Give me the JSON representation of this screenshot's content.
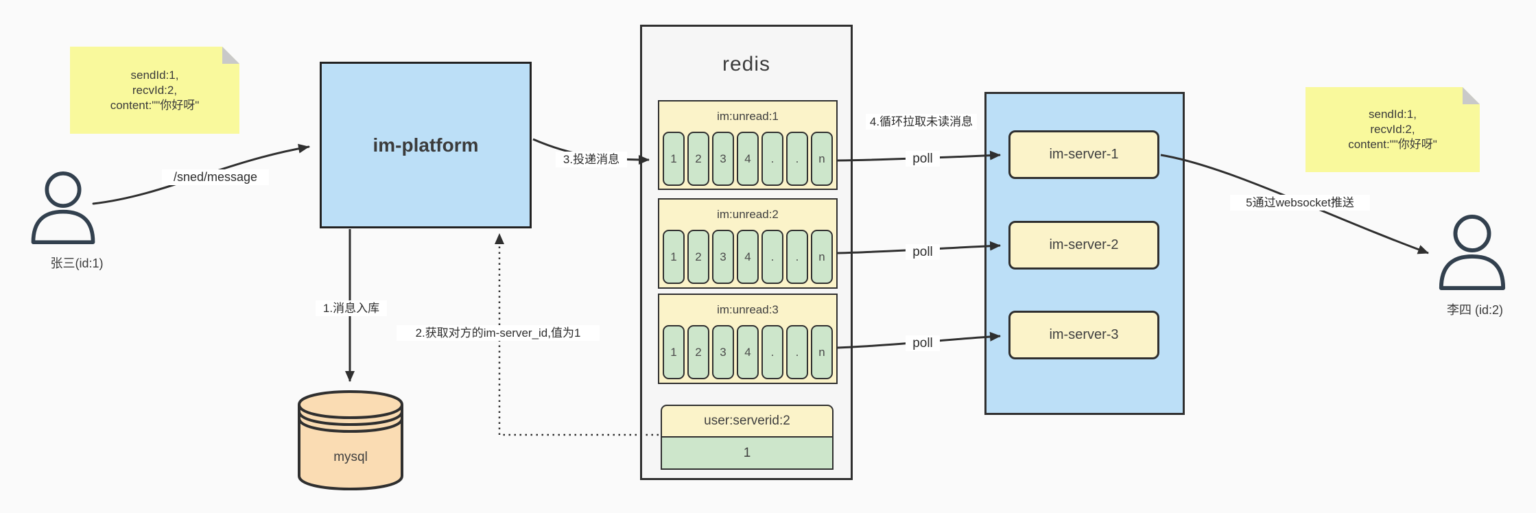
{
  "colors": {
    "background": "#FAFAFA",
    "note_yellow": "#F9F99C",
    "cream_yellow": "#FBF3C9",
    "cell_green": "#CDE6CB",
    "box_blue": "#BCDFF7",
    "db_peach": "#FADCB3",
    "line": "#2F2F2F"
  },
  "notes": {
    "left": {
      "line1": "sendId:1,",
      "line2": "recvId:2,",
      "line3": "content:\"\"你好呀\""
    },
    "right": {
      "line1": "sendId:1,",
      "line2": "recvId:2,",
      "line3": "content:\"\"你好呀\""
    }
  },
  "actors": {
    "sender": {
      "label": "张三(id:1)"
    },
    "receiver": {
      "label": "李四 (id:2)"
    }
  },
  "platform": {
    "label": "im-platform"
  },
  "database": {
    "label": "mysql"
  },
  "redis": {
    "title": "redis",
    "queues": [
      {
        "header": "im:unread:1",
        "cells": [
          "1",
          "2",
          "3",
          "4",
          ".",
          ".",
          "n"
        ]
      },
      {
        "header": "im:unread:2",
        "cells": [
          "1",
          "2",
          "3",
          "4",
          ".",
          ".",
          "n"
        ]
      },
      {
        "header": "im:unread:3",
        "cells": [
          "1",
          "2",
          "3",
          "4",
          ".",
          ".",
          "n"
        ]
      }
    ],
    "kv": {
      "key": "user:serverid:2",
      "value": "1"
    }
  },
  "servers": {
    "items": [
      {
        "label": "im-server-1"
      },
      {
        "label": "im-server-2"
      },
      {
        "label": "im-server-3"
      }
    ]
  },
  "edges": {
    "send": "/sned/message",
    "store": "1.消息入库",
    "get_server_id": "2.获取对方的im-server_id,值为1",
    "deliver": "3.投递消息",
    "poll_loop": "4.循环拉取未读消息",
    "poll1": "poll",
    "poll2": "poll",
    "poll3": "poll",
    "ws_push": "5通过websocket推送"
  }
}
